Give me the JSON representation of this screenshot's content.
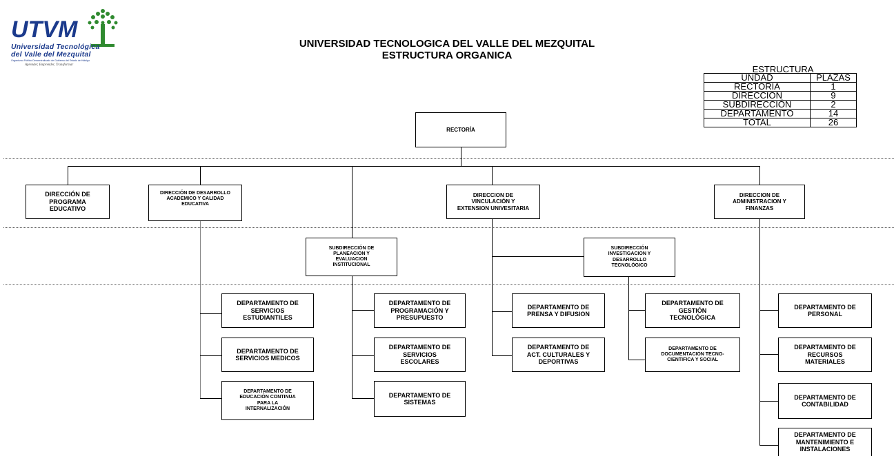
{
  "header": {
    "logo": {
      "monogram": "UTVM",
      "line1": "Universidad Tecnológica",
      "line2": "del Valle del Mezquital",
      "line3": "Organismo Público Descentralizado de Gobierno del Estado de Hidalgo",
      "motto": "Aprender, Emprender, Transformar",
      "colors": {
        "blue": "#1b3a8c",
        "green": "#2f8a2f"
      }
    },
    "title_line1": "UNIVERSIDAD TECNOLOGICA DEL VALLE DEL MEZQUITAL",
    "title_line2": "ESTRUCTURA ORGANICA"
  },
  "estructura": {
    "caption": "ESTRUCTURA",
    "headers": [
      "UNDAD",
      "PLAZAS"
    ],
    "rows": [
      [
        "RECTORIA",
        "1"
      ],
      [
        "DIRECCION",
        "9"
      ],
      [
        "SUBDIRECCIÓN",
        "2"
      ],
      [
        "DEPARTAMENTO",
        "14"
      ],
      [
        "TOTAL",
        "26"
      ]
    ]
  },
  "org": {
    "rectoria": "RECTORÍA",
    "directions": {
      "programa": "DIRECCIÓN DE\nPROGRAMA\nEDUCATIVO",
      "desarrollo": "DIRECCIÓN DE DESARROLLO\nACADEMICO Y CALIDAD\nEDUCATIVA",
      "vinculacion": "DIRECCION DE\nVINCULACIÓN Y\nEXTENSION UNIVESITARIA",
      "administracion": "DIRECCION DE\nADMINISTRACION Y\nFINANZAS"
    },
    "subdirections": {
      "planeacion": "SUBDIRECCIÓN DE\nPLANEACION Y\nEVALUACION\nINSTITUCIONAL",
      "investigacion": "SUBDIRECCIÓN\nINVESTIGACION Y\nDESARROLLO\nTECNOLÓGICO"
    },
    "departments": {
      "servicios_estudiantiles": "DEPARTAMENTO DE\nSERVICIOS\nESTUDIANTILES",
      "servicios_medicos": "DEPARTAMENTO DE\nSERVICIOS MEDICOS",
      "educacion_continua": "DEPARTAMENTO DE\nEDUCACIÓN CONTINUA\nPARA LA\nINTERNALIZACIÓN",
      "programacion": "DEPARTAMENTO DE\nPROGRAMACIÓN Y\nPRESUPUESTO",
      "servicios_escolares": "DEPARTAMENTO DE\nSERVICIOS\nESCOLARES",
      "sistemas": "DEPARTAMENTO DE\nSISTEMAS",
      "prensa": "DEPARTAMENTO DE\nPRENSA Y DIFUSION",
      "act_culturales": "DEPARTAMENTO  DE\nACT. CULTURALES Y\nDEPORTIVAS",
      "gestion": "DEPARTAMENTO DE\nGESTIÓN\nTECNOLÓGICA",
      "documentacion": "DEPARTAMENTO DE\nDOCUMENTACIÓN TECNO-\nCIENTIFICA Y SOCIAL",
      "personal": "DEPARTAMENTO DE\nPERSONAL",
      "recursos": "DEPARTAMENTO DE\nRECURSOS\nMATERIALES",
      "contabilidad": "DEPARTAMENTO DE\nCONTABILIDAD",
      "mantenimiento": "DEPARTAMENTO DE\nMANTENIMIENTO E\nINSTALACIONES"
    }
  }
}
